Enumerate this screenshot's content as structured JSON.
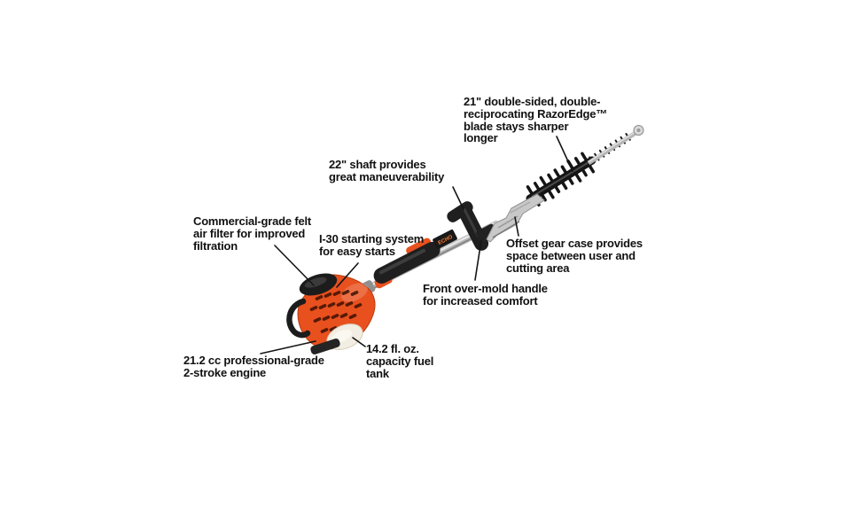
{
  "diagram": {
    "subject": "gas hedge trimmer feature diagram",
    "shaft_brand_text": "ECHO",
    "colors": {
      "accent_orange": "#e8501e",
      "housing_black": "#1d1d1d",
      "shaft_silver": "#b3b3b3",
      "gearcase_silver": "#c8c8c8",
      "fuel_tank_cream": "#f3eee3",
      "callout_text": "#111111"
    },
    "callouts": [
      {
        "id": "blade",
        "text": "21\" double-sided, double-\nreciprocating RazorEdge™\nblade stays sharper\nlonger"
      },
      {
        "id": "shaft",
        "text": "22\" shaft provides\ngreat maneuverability"
      },
      {
        "id": "air-filter",
        "text": "Commercial-grade felt\nair filter for improved\nfiltration"
      },
      {
        "id": "starting-system",
        "text": "I-30 starting system\nfor easy starts"
      },
      {
        "id": "gear-case",
        "text": "Offset gear case provides\nspace between user and\ncutting area"
      },
      {
        "id": "front-handle",
        "text": "Front over-mold handle\nfor increased comfort"
      },
      {
        "id": "engine",
        "text": "21.2 cc professional-grade\n2-stroke engine"
      },
      {
        "id": "fuel-tank",
        "text": "14.2 fl. oz.\ncapacity fuel\ntank"
      }
    ]
  }
}
